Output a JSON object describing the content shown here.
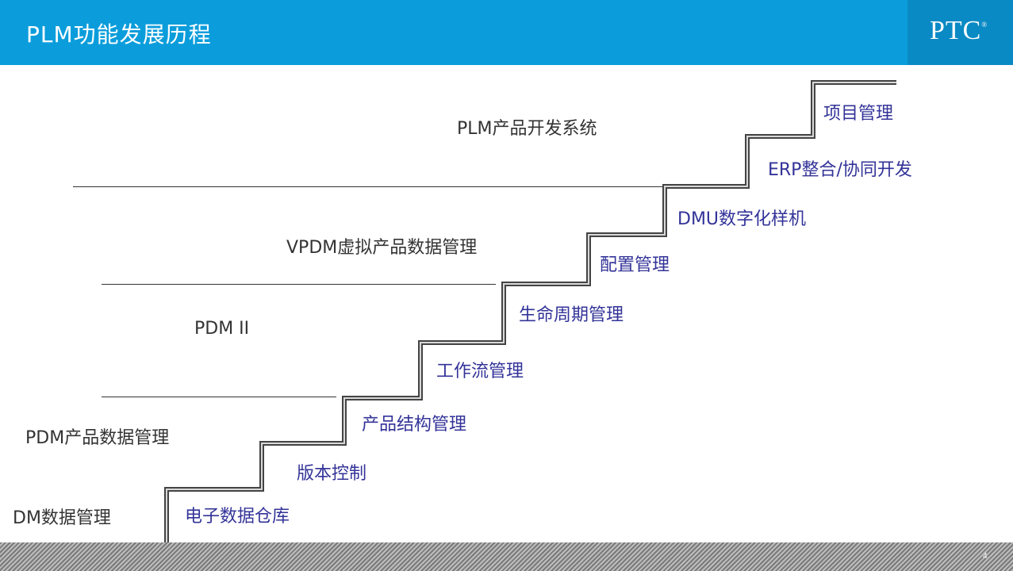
{
  "header": {
    "title": "PLM功能发展历程",
    "logo": "PTC",
    "logo_mark": "®"
  },
  "levels": [
    {
      "label": "DM数据管理"
    },
    {
      "label": "PDM产品数据管理"
    },
    {
      "label": "PDM II"
    },
    {
      "label": "VPDM虚拟产品数据管理"
    },
    {
      "label": "PLM产品开发系统"
    }
  ],
  "steps": [
    {
      "label": "电子数据仓库"
    },
    {
      "label": "版本控制"
    },
    {
      "label": "产品结构管理"
    },
    {
      "label": "工作流管理"
    },
    {
      "label": "生命周期管理"
    },
    {
      "label": "配置管理"
    },
    {
      "label": "DMU数字化样机"
    },
    {
      "label": "ERP整合/协同开发"
    },
    {
      "label": "项目管理"
    }
  ],
  "colors": {
    "header_bg": "#0b9ddb",
    "logo_bg": "#0a8ac4",
    "step_text": "#333399",
    "level_text": "#333333"
  },
  "footer": {
    "page_number": "4"
  }
}
